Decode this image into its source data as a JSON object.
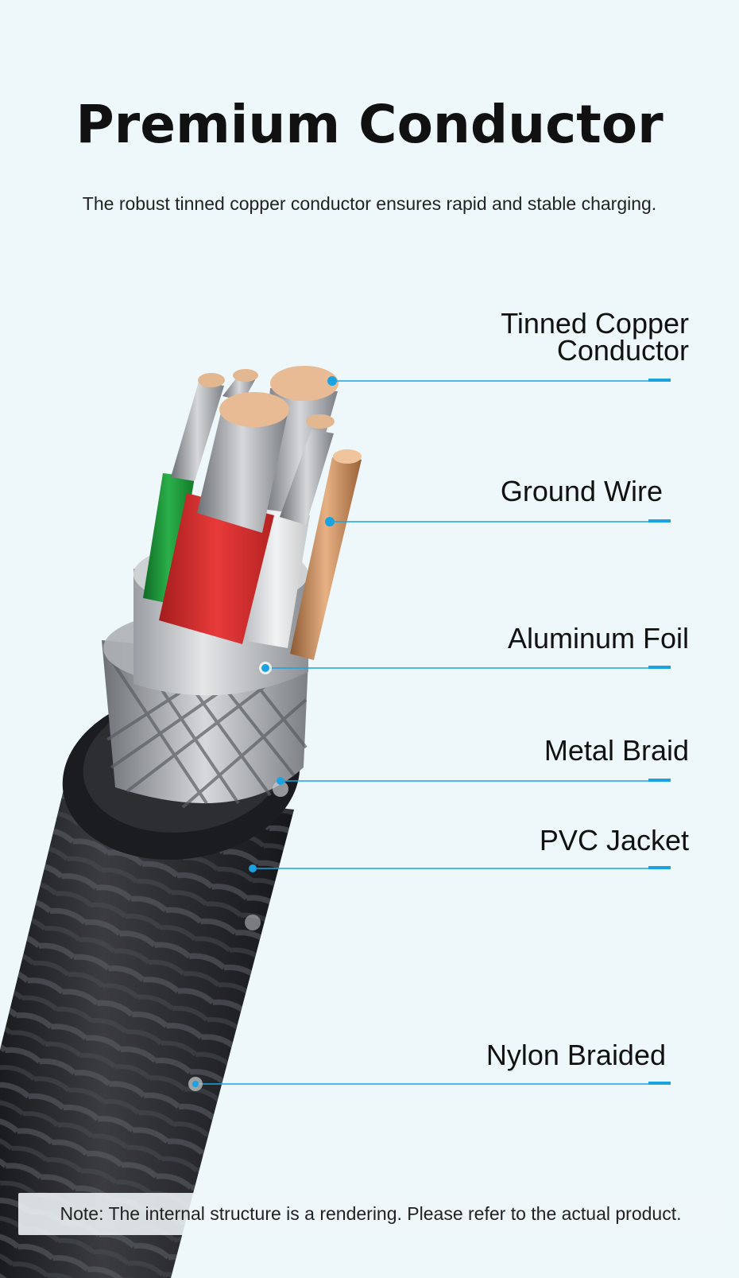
{
  "header": {
    "title": "Premium Conductor",
    "subtitle": "The robust tinned copper conductor ensures rapid and stable charging."
  },
  "callouts": [
    {
      "line1": "Tinned Copper",
      "line2": "Conductor"
    },
    {
      "label": "Ground Wire"
    },
    {
      "label": "Aluminum Foil"
    },
    {
      "label": "Metal Braid"
    },
    {
      "label": "PVC Jacket"
    },
    {
      "label": "Nylon Braided"
    }
  ],
  "note": "Note: The internal structure is a rendering. Please refer to the actual product.",
  "colors": {
    "background": "#eef8fb",
    "accent": "#1aa3e0",
    "nylon_jacket": "#2a2c30",
    "pvc_jacket": "#1c1d20",
    "red_insulation": "#d62b2b",
    "green_insulation": "#1f9a3a",
    "white_insulation": "#d8dadc",
    "copper": "#d99a66"
  }
}
